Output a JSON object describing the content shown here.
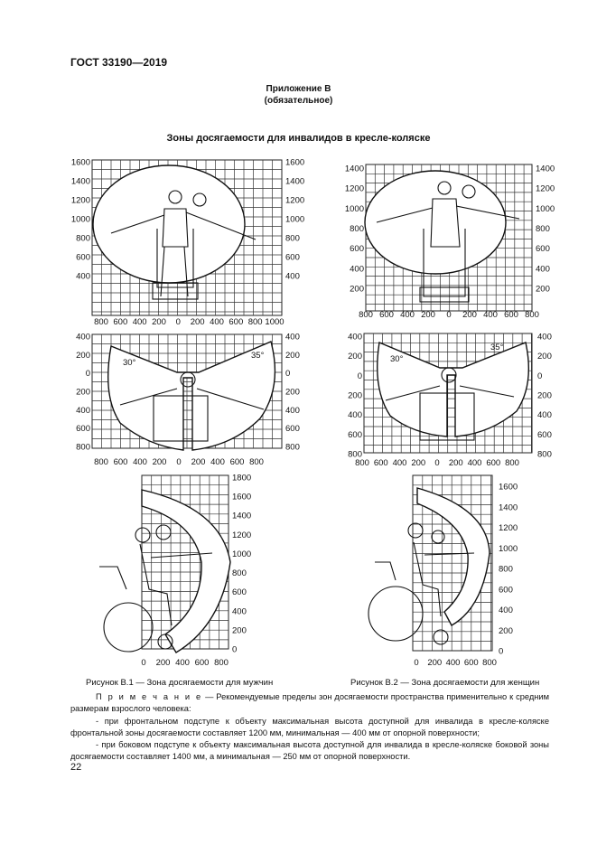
{
  "header": {
    "standard": "ГОСТ 33190—2019"
  },
  "annex": {
    "title": "Приложение В",
    "status": "(обязательное)"
  },
  "section_title": "Зоны досягаемости для инвалидов в кресле-коляске",
  "figures": {
    "men_front": {
      "y_ticks": [
        "1600",
        "1400",
        "1200",
        "1000",
        "800",
        "600",
        "400"
      ],
      "x_ticks": [
        "800",
        "600",
        "400",
        "200",
        "0",
        "200",
        "400",
        "600",
        "800",
        "1000"
      ]
    },
    "women_front": {
      "y_ticks": [
        "1400",
        "1200",
        "1000",
        "800",
        "600",
        "400",
        "200"
      ],
      "x_ticks": [
        "800",
        "600",
        "400",
        "200",
        "0",
        "200",
        "400",
        "600",
        "800"
      ]
    },
    "men_top": {
      "y_ticks": [
        "400",
        "200",
        "0",
        "200",
        "400",
        "600",
        "800"
      ],
      "x_ticks": [
        "800",
        "600",
        "400",
        "200",
        "0",
        "200",
        "400",
        "600",
        "800"
      ],
      "angle_left": "30°",
      "angle_right": "35°"
    },
    "women_top": {
      "y_ticks": [
        "400",
        "200",
        "0",
        "200",
        "400",
        "600",
        "800"
      ],
      "x_ticks": [
        "800",
        "600",
        "400",
        "200",
        "0",
        "200",
        "400",
        "600",
        "800"
      ],
      "angle_left": "30°",
      "angle_right": "35°"
    },
    "men_side": {
      "y_ticks": [
        "1800",
        "1600",
        "1400",
        "1200",
        "1000",
        "800",
        "600",
        "400",
        "200",
        "0"
      ],
      "x_ticks": [
        "0",
        "200",
        "400",
        "600",
        "800"
      ]
    },
    "women_side": {
      "y_ticks": [
        "1600",
        "1400",
        "1200",
        "1000",
        "800",
        "600",
        "400",
        "200",
        "0"
      ],
      "x_ticks": [
        "0",
        "200",
        "400",
        "600",
        "800"
      ]
    }
  },
  "captions": {
    "men": "Рисунок В.1 — Зона досягаемости для мужчин",
    "women": "Рисунок В.2 — Зона досягаемости для женщин"
  },
  "note": {
    "label": "П р и м е ч а н и е",
    "intro": " — Рекомендуемые пределы зон досягаемости пространства применительно к средним размерам взрослого человека:",
    "item1": "- при фронтальном подступе к объекту максимальная высота доступной для инвалида в кресле-коляске фронтальной зоны досягаемости составляет 1200 мм, минимальная — 400 мм от опорной поверхности;",
    "item2": "- при боковом подступе к объекту максимальная высота доступной для инвалида в кресле-коляске боковой зоны досягаемости составляет 1400 мм, а минимальная — 250 мм от опорной поверхности."
  },
  "page_number": "22"
}
